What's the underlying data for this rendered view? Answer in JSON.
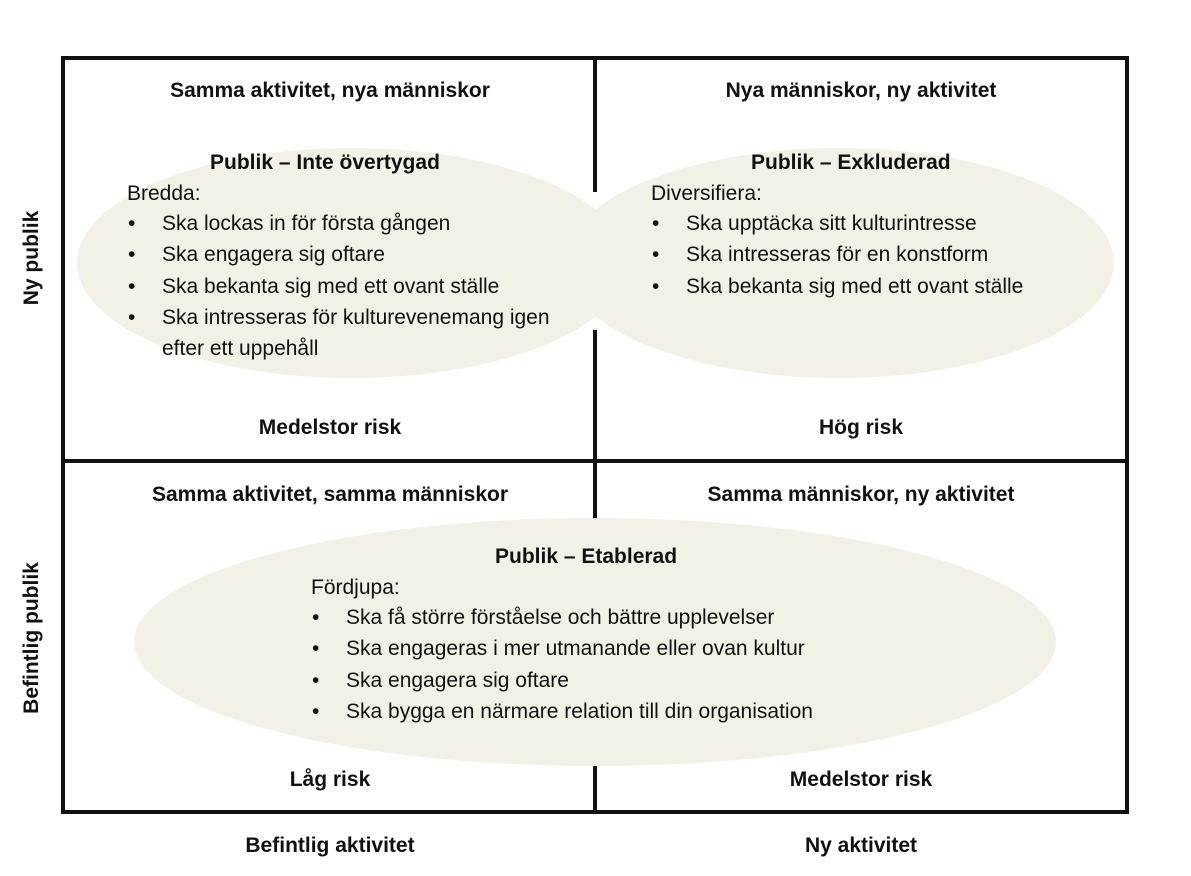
{
  "quadrants": {
    "top_left": {
      "title": "Samma aktivitet, nya människor",
      "risk": "Medelstor risk"
    },
    "top_right": {
      "title": "Nya människor, ny aktivitet",
      "risk": "Hög risk"
    },
    "bottom_left": {
      "title": "Samma aktivitet, samma människor",
      "risk": "Låg risk"
    },
    "bottom_right": {
      "title": "Samma människor, ny aktivitet",
      "risk": "Medelstor risk"
    }
  },
  "segments": [
    {
      "title": "Publik – Inte övertygad",
      "intro": "Bredda:",
      "items": [
        "Ska lockas in för första gången",
        "Ska engagera sig oftare",
        "Ska bekanta sig med ett ovant ställe",
        "Ska intresseras för kulturevenemang igen efter ett uppehåll"
      ]
    },
    {
      "title": "Publik – Exkluderad",
      "intro": "Diversifiera:",
      "items": [
        "Ska upptäcka sitt kulturintresse",
        "Ska intresseras för en konstform",
        "Ska bekanta sig med ett ovant ställe"
      ]
    },
    {
      "title": "Publik – Etablerad",
      "intro": "Fördjupa:",
      "items": [
        "Ska få större förståelse och bättre upplevelser",
        "Ska engageras i mer utmanande eller ovan kultur",
        "Ska engagera sig oftare",
        "Ska bygga en närmare relation till din organisation"
      ]
    }
  ],
  "axes": {
    "y_top": "Ny publik",
    "y_bottom": "Befintlig publik",
    "x_left": "Befintlig aktivitet",
    "x_right": "Ny aktivitet"
  },
  "bullet": "•",
  "colors": {
    "blob": "#f3f0e6",
    "line": "#111111"
  }
}
